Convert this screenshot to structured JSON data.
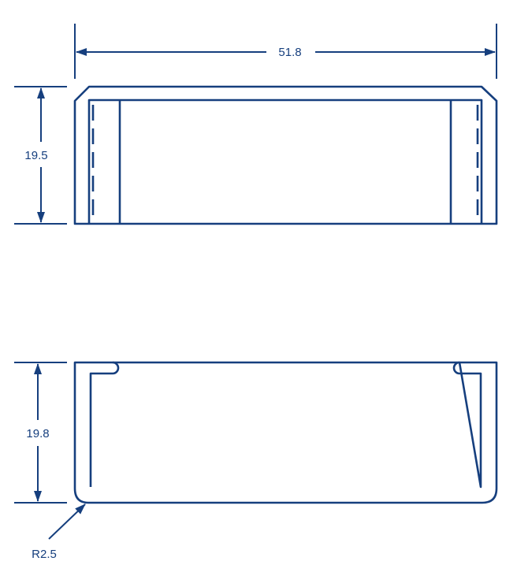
{
  "colors": {
    "line": "#163f7e",
    "background": "#ffffff"
  },
  "dimensions": {
    "width_label": "51.8",
    "top_height_label": "19.5",
    "bottom_height_label": "19.8",
    "radius_label": "R2.5"
  }
}
